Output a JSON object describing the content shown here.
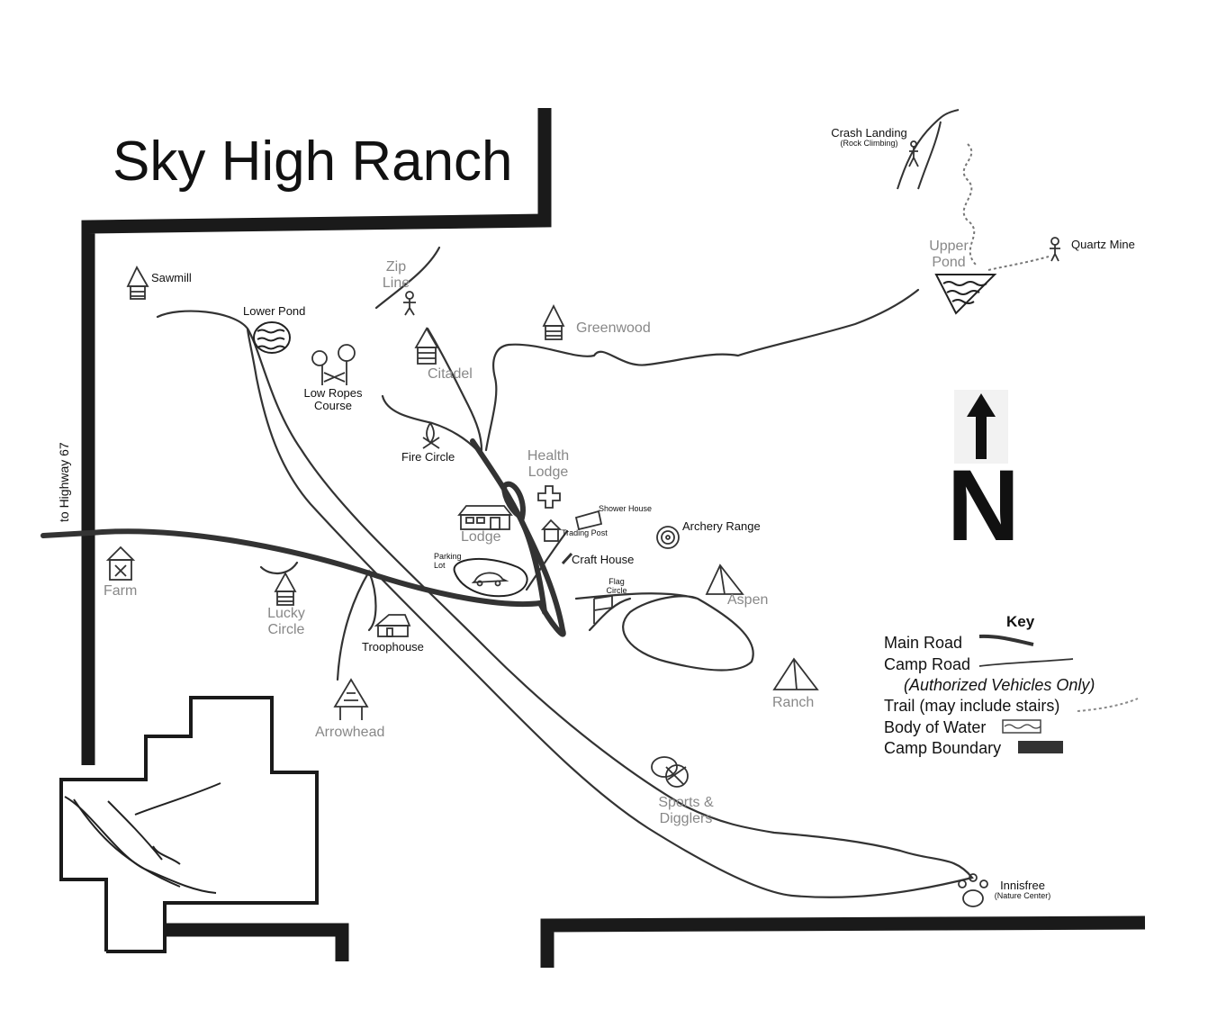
{
  "title": "Sky High Ranch",
  "highway": "to Highway 67",
  "north": "N",
  "places": {
    "crash_landing": "Crash Landing",
    "crash_landing_sub": "(Rock Climbing)",
    "quartz_mine": "Quartz Mine",
    "upper_pond": "Upper",
    "upper_pond2": "Pond",
    "sawmill": "Sawmill",
    "zip_line": "Zip",
    "zip_line2": "Line",
    "lower_pond": "Lower Pond",
    "greenwood": "Greenwood",
    "low_ropes": "Low Ropes",
    "low_ropes2": "Course",
    "citadel": "Citadel",
    "fire_circle": "Fire Circle",
    "health_lodge": "Health",
    "health_lodge2": "Lodge",
    "shower_house": "Shower House",
    "trading_post": "Trading Post",
    "archery_range": "Archery Range",
    "lodge": "Lodge",
    "parking_lot": "Parking",
    "parking_lot2": "Lot",
    "craft_house": "Craft House",
    "flag_circle": "Flag",
    "flag_circle2": "Circle",
    "aspen": "Aspen",
    "farm": "Farm",
    "lucky_circle": "Lucky",
    "lucky_circle2": "Circle",
    "troophouse": "Troophouse",
    "ranch": "Ranch",
    "arrowhead": "Arrowhead",
    "sports": "Sports &",
    "sports2": "Digglers",
    "innisfree": "Innisfree",
    "innisfree_sub": "(Nature Center)"
  },
  "key": {
    "title": "Key",
    "main_road": "Main Road",
    "camp_road": "Camp Road",
    "authorized": "(Authorized Vehicles Only)",
    "trail": "Trail (may include stairs)",
    "water": "Body of Water",
    "boundary": "Camp Boundary"
  }
}
